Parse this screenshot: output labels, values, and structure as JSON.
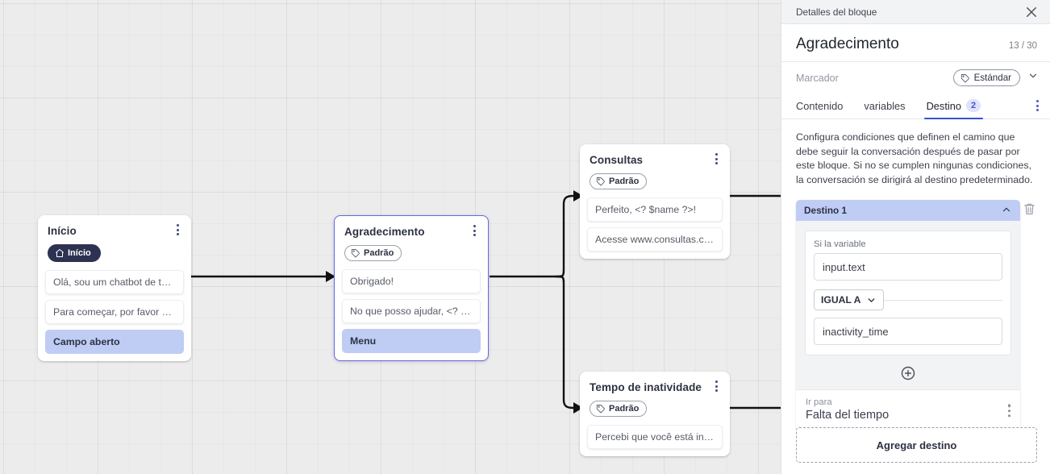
{
  "canvas": {
    "nodes": [
      {
        "id": "inicio",
        "title": "Início",
        "chip": "Início",
        "chip_icon": "home-icon",
        "chip_style": "dark",
        "selected": false,
        "messages": [
          {
            "text": "Olá, sou um chatbot de teste!",
            "highlight": false
          },
          {
            "text": "Para começar, por favor digite o ...",
            "highlight": false
          },
          {
            "text": "Campo aberto",
            "highlight": true
          }
        ]
      },
      {
        "id": "agradecimento",
        "title": "Agradecimento",
        "chip": "Padrão",
        "chip_icon": "tag-icon",
        "chip_style": "light",
        "selected": true,
        "messages": [
          {
            "text": "Obrigado!",
            "highlight": false
          },
          {
            "text": "No que posso ajudar, <? $name ...",
            "highlight": false
          },
          {
            "text": "Menu",
            "highlight": true
          }
        ]
      },
      {
        "id": "consultas",
        "title": "Consultas",
        "chip": "Padrão",
        "chip_icon": "tag-icon",
        "chip_style": "light",
        "selected": false,
        "messages": [
          {
            "text": "Perfeito, <? $name ?>!",
            "highlight": false
          },
          {
            "text": "Acesse www.consultas.com par...",
            "highlight": false
          }
        ]
      },
      {
        "id": "inatividade",
        "title": "Tempo de inatividade",
        "chip": "Padrão",
        "chip_icon": "tag-icon",
        "chip_style": "light",
        "selected": false,
        "messages": [
          {
            "text": "Percebi que você está inativo. C...",
            "highlight": false
          }
        ]
      }
    ]
  },
  "panel": {
    "header_title": "Detalles del bloque",
    "close_icon": "close-icon",
    "block_title": "Agradecimento",
    "counter": "13 / 30",
    "marcador": {
      "label": "Marcador",
      "value": "Estándar",
      "icon": "tag-icon",
      "caret_icon": "chevron-down-icon"
    },
    "tabs": [
      {
        "label": "Contenido",
        "active": false,
        "badge": ""
      },
      {
        "label": "variables",
        "active": false,
        "badge": ""
      },
      {
        "label": "Destino",
        "active": true,
        "badge": "2"
      }
    ],
    "overflow_icon": "kebab-icon",
    "description": "Configura condiciones que definen el camino que debe seguir la conversación después de pasar por este bloque. Si no se cumplen ningunas condiciones, la conversación se dirigirá al destino predeterminado.",
    "destino": {
      "header": "Destino 1",
      "collapse_icon": "chevron-up-icon",
      "delete_icon": "trash-icon",
      "condition_label": "Si la variable",
      "variable_value": "input.text",
      "operator": "IGUAL A",
      "operator_caret": "chevron-down-icon",
      "compare_value": "inactivity_time",
      "add_condition_icon": "plus-circle-icon",
      "goto_label": "Ir para",
      "goto_value": "Falta del tiempo",
      "goto_menu_icon": "kebab-icon"
    },
    "add_destination_label": "Agregar destino"
  },
  "colors": {
    "accent_blue": "#3355cc",
    "highlight": "#bfcdf5",
    "node_selected_border": "#6366e8",
    "chip_dark": "#2e3252",
    "canvas_bg": "#ececec"
  }
}
